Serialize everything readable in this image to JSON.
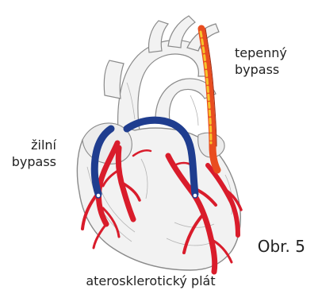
{
  "labels": {
    "arterial_bypass": {
      "line1": "tepenný",
      "line2": "bypass"
    },
    "venous_bypass": {
      "line1": "žilní",
      "line2": "bypass"
    },
    "plaque": "aterosklerotický plát",
    "figure_number": "Obr. 5"
  },
  "colors": {
    "heart_outline": "#8a8a8a",
    "heart_fill": "#f2f2f2",
    "coronary_artery": "#d91c2b",
    "venous_graft": "#1f3d8f",
    "arterial_graft": "#e94d1f",
    "arterial_graft_highlight": "#f6c42b"
  }
}
